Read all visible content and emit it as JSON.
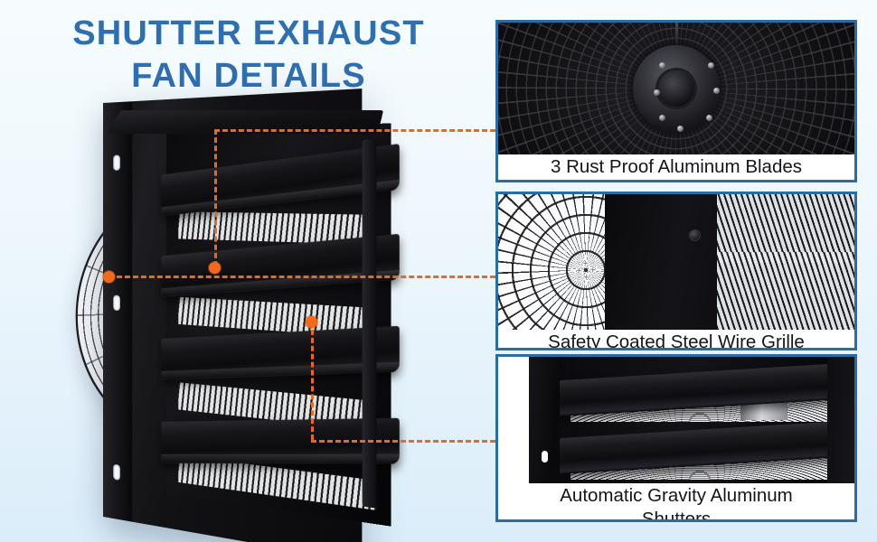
{
  "theme": {
    "title_blue": "#2e6fb2",
    "panel_border_blue": "#2a6da5",
    "callout_orange": "#e86a1e",
    "background_top": "#f6fcfe",
    "background_bottom": "#dbedfa",
    "caption_text": "#15161a"
  },
  "header": {
    "title_line1": "SHUTTER EXHAUST",
    "title_line2": "FAN DETAILS"
  },
  "product": {
    "name": "shutter-exhaust-fan",
    "alt": "Black shutter exhaust fan shown at an angle with open aluminum louvers and wire grille"
  },
  "callouts": [
    {
      "id": "callout-blades",
      "target_panel": 1,
      "marker_label": "blades-marker"
    },
    {
      "id": "callout-grille",
      "target_panel": 2,
      "marker_label": "grille-marker"
    },
    {
      "id": "callout-shutters",
      "target_panel": 3,
      "marker_label": "shutters-marker"
    }
  ],
  "panels": [
    {
      "id": "panel-blades",
      "caption_lines": [
        "3 Rust Proof Aluminum Blades"
      ],
      "photo_alt": "Close-up of the fan motor hub and three aluminum blades behind the wire grille"
    },
    {
      "id": "panel-grille",
      "caption_lines": [
        "Safety Coated Steel Wire Grille"
      ],
      "photo_alt": "Close-up of the safety coated steel wire grille at the edge of the fan housing"
    },
    {
      "id": "panel-shutters",
      "caption_lines": [
        "Automatic Gravity Aluminum",
        "Shutters"
      ],
      "photo_alt": "Close-up of open automatic gravity aluminum shutter louvers with the grille behind"
    }
  ]
}
